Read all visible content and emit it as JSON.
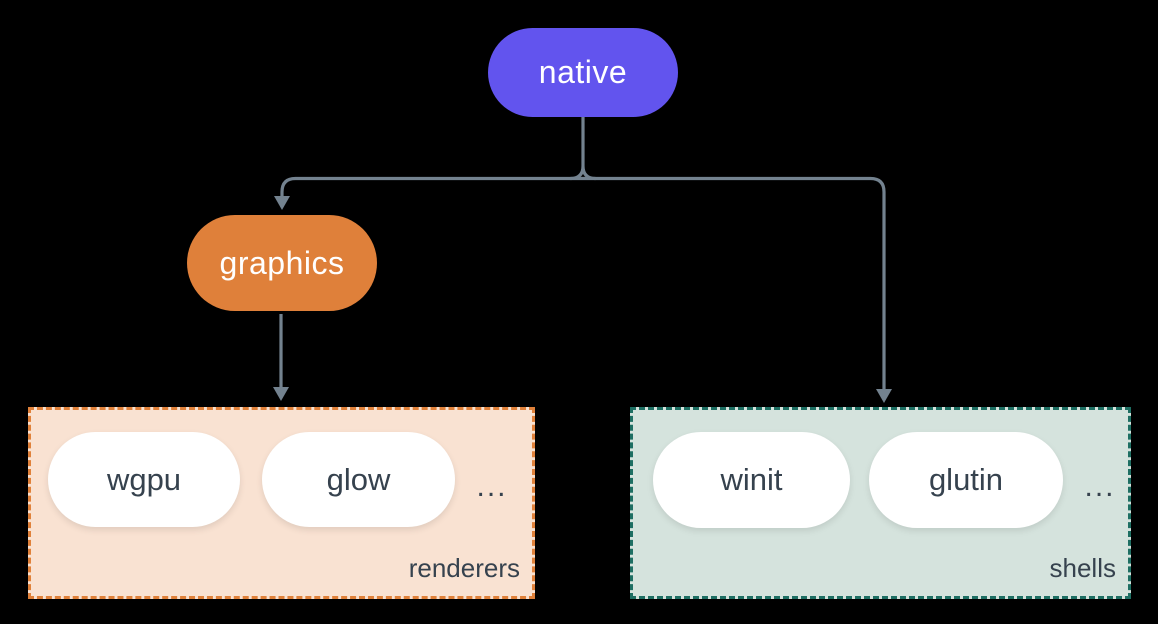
{
  "colors": {
    "bg": "#000000",
    "connector": "#73828f",
    "native_fill": "#6254ee",
    "graphics_fill": "#df803a",
    "renderers_fill": "#f9e2d2",
    "renderers_border": "#e0813a",
    "shells_fill": "#d5e3dd",
    "shells_border": "#1e6f63",
    "pill_fill": "#ffffff",
    "ink": "#36424e",
    "node_text": "#ffffff"
  },
  "nodes": {
    "native": {
      "label": "native"
    },
    "graphics": {
      "label": "graphics"
    }
  },
  "groups": {
    "renderers": {
      "label": "renderers",
      "items": [
        "wgpu",
        "glow"
      ],
      "ellipsis": "..."
    },
    "shells": {
      "label": "shells",
      "items": [
        "winit",
        "glutin"
      ],
      "ellipsis": "..."
    }
  }
}
